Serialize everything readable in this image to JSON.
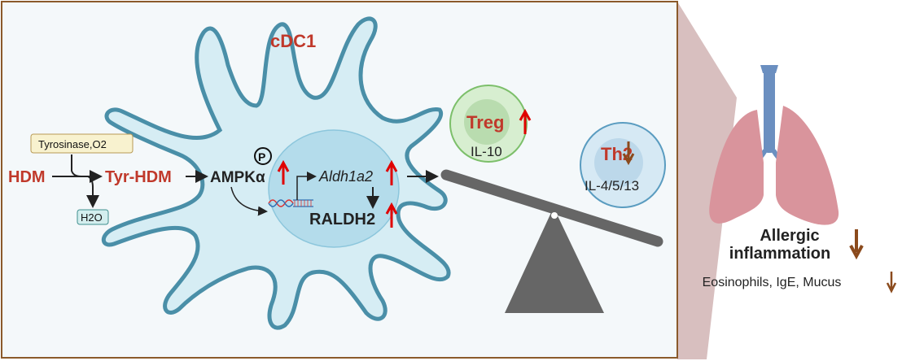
{
  "cell": {
    "label": "cDC1"
  },
  "pathway": {
    "hdm": "HDM",
    "enzyme": "Tyrosinase,O2",
    "tyr_hdm": "Tyr-HDM",
    "byproduct": "H2O",
    "ampk": "AMPKα",
    "phospho": "P",
    "gene": "Aldh1a2",
    "protein": "RALDH2"
  },
  "treg": {
    "label": "Treg",
    "cytokine": "IL-10"
  },
  "th2": {
    "label": "Th2",
    "cytokine": "IL-4/5/13"
  },
  "outcome": {
    "line1": "Allergic",
    "line2": "inflammation",
    "details": "Eosinophils, IgE, Mucus"
  },
  "colors": {
    "red": "#c0392b",
    "up_arrow": "#e00000",
    "down_arrow": "#8b4a1c",
    "frame": "#8b5a2b"
  }
}
